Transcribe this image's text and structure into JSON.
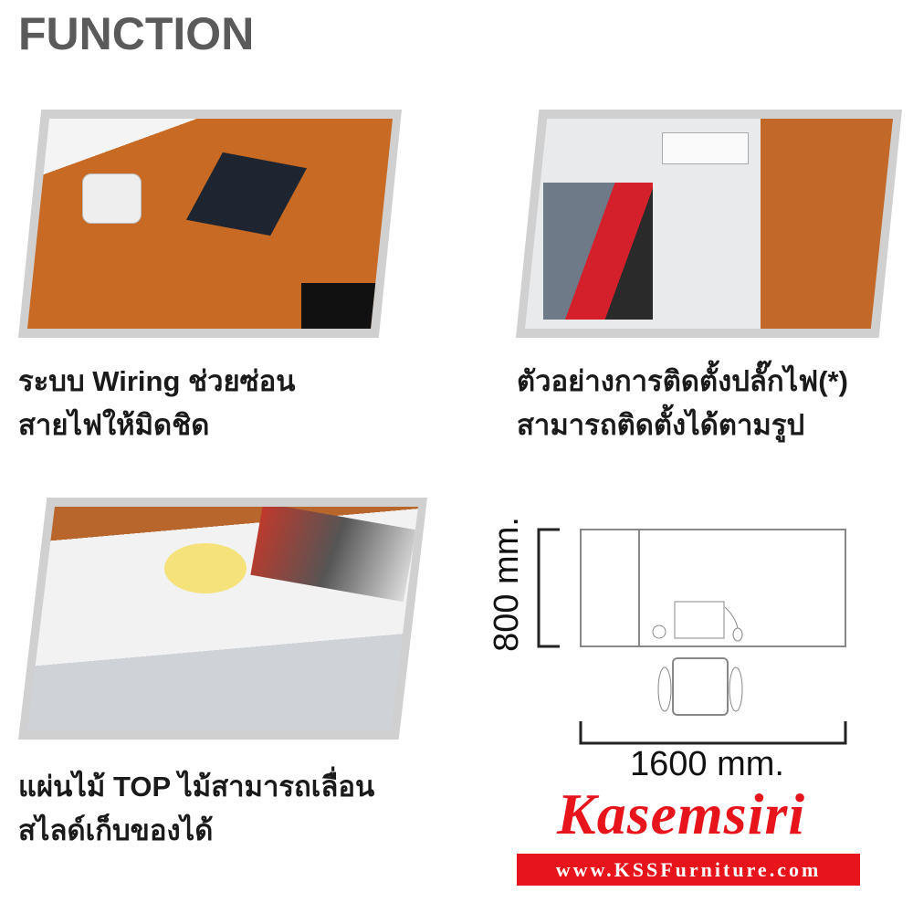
{
  "header": {
    "title": "FUNCTION"
  },
  "features": [
    {
      "caption_line1": "ระบบ Wiring ช่วยซ่อน",
      "caption_line2": "สายไฟให้มิดชิด",
      "image": "desk-with-phone-and-laptop"
    },
    {
      "caption_line1": "ตัวอย่างการติดตั้งปลั๊กไฟ(*)",
      "caption_line2": "สามารถติดตั้งได้ตามรูป",
      "image": "desk-power-outlet"
    },
    {
      "caption_line1": "แผ่นไม้ TOP ไม้สามารถเลื่อน",
      "caption_line2": "สไลด์เก็บของได้",
      "image": "sliding-desk-top"
    }
  ],
  "dimensions": {
    "depth": "800 mm.",
    "width": "1600 mm."
  },
  "logo": {
    "brand": "Kasemsiri",
    "url": "www.KSSFurniture.com",
    "color": "#e8141b"
  }
}
